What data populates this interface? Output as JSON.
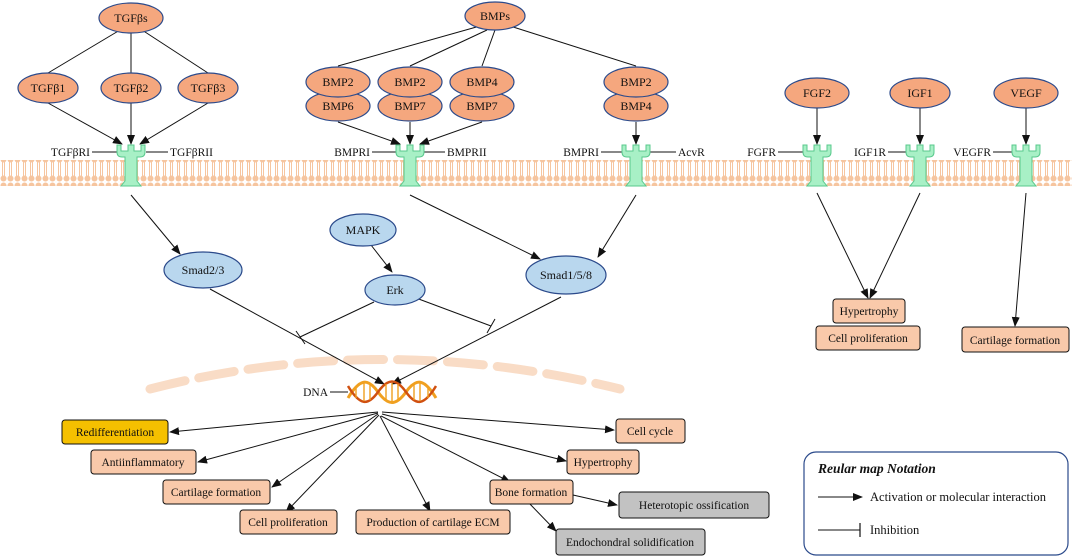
{
  "ligands": {
    "tgfbs": "TGFβs",
    "tgfb1": "TGFβ1",
    "tgfb2": "TGFβ2",
    "tgfb3": "TGFβ3",
    "bmps": "BMPs",
    "pair1": [
      "BMP2",
      "BMP6"
    ],
    "pair2": [
      "BMP2",
      "BMP7"
    ],
    "pair3": [
      "BMP4",
      "BMP7"
    ],
    "pair4": [
      "BMP2",
      "BMP4"
    ],
    "fgf2": "FGF2",
    "igf1": "IGF1",
    "vegf": "VEGF"
  },
  "receptors": {
    "tgfbri": "TGFβRI",
    "tgfbrii": "TGFβRII",
    "bmpri_1": "BMPRI",
    "bmprii": "BMPRII",
    "bmpri_2": "BMPRI",
    "acvr": "AcvR",
    "fgfr": "FGFR",
    "igf1r": "IGF1R",
    "vegfr": "VEGFR"
  },
  "signaling": {
    "smad23": "Smad2/3",
    "mapk": "MAPK",
    "erk": "Erk",
    "smad158": "Smad1/5/8"
  },
  "dna": "DNA",
  "outcomes": {
    "redifferentiation": "Redifferentiation",
    "antiinflammatory": "Antiinflammatory",
    "cartilage_formation": "Cartilage formation",
    "cell_proliferation": "Cell proliferation",
    "production_ecm": "Production of cartilage ECM",
    "bone_formation": "Bone formation",
    "hypertrophy": "Hypertrophy",
    "cell_cycle": "Cell cycle",
    "heterotopic": "Heterotopic ossification",
    "endochondral": "Endochondral solidification"
  },
  "right_outcomes": {
    "hypertrophy": "Hypertrophy",
    "cell_proliferation": "Cell proliferation",
    "cartilage_formation": "Cartilage formation"
  },
  "legend": {
    "title": "Reular map Notation",
    "activation": "Activation or molecular interaction",
    "inhibition": "Inhibition"
  },
  "colors": {
    "ligand_fill": "#f5a77e",
    "node_stroke": "#2b4a8b",
    "signal_fill": "#b9d7ee",
    "receptor_fill": "#a8f0c6",
    "receptor_stroke": "#58c98c",
    "outcome_fill": "#f9c9aa",
    "highlight_fill": "#f5c000",
    "gray_fill": "#c2c2c2",
    "membrane": "#f6c59f",
    "dna_orange": "#f0a020",
    "dna_red": "#d05010"
  }
}
